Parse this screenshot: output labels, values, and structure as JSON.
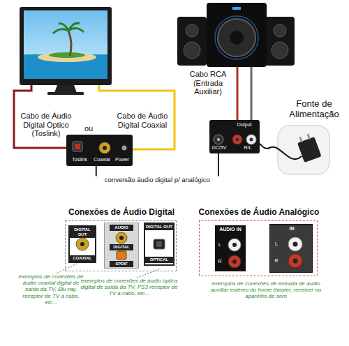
{
  "diagram": {
    "nodes": [
      {
        "text": [
          "Toslink",
          "Coaxial",
          "Power"
        ]
      },
      {
        "text": [
          "Output",
          "DC/5V",
          "R/L"
        ]
      },
      {
        "text": [
          "Conexões de Áudio Digital"
        ]
      },
      {
        "text": [
          "DIGITAL OUT",
          "COAXIAL"
        ],
        "in": 2
      },
      {
        "text": [
          "AUDIO",
          "DIGITAL",
          "SPDIF"
        ],
        "in": 2
      },
      {
        "text": [
          "DIGITAL OUT",
          "OPTICAL"
        ],
        "in": 2
      },
      {
        "text": [
          "Conexões de Áudio Analógico"
        ]
      },
      {
        "text": [
          "AUDIO IN",
          "L",
          "R"
        ],
        "in": 6
      },
      {
        "text": [
          "IN",
          "L",
          "R"
        ],
        "in": 6
      }
    ],
    "edges": [
      {
        "from": 0,
        "to": 1,
        "arrow": "none",
        "label": "conversão áudio digital p/ analógico"
      }
    ],
    "labels": [
      "Cabo de Áudio Digital Óptico (Toslink)",
      "ou",
      "Cabo de Áudio Digital Coaxial",
      "Cabo RCA (Entrada Auxiliar)",
      "Fonte de Alimentação",
      "exemplos de conexões de áudio coaxial digital de saída da TV, Blu-ray, receptor de TV à cabo, etc...",
      "exemplos de conexões de áudio óptica digital de saída da TV, PS3 receptor de TV à cabo, etc...",
      "exemplos de conexões de entrada de áudio auxiliar estéreo do home theater, receiver ou aparelho de som"
    ]
  }
}
